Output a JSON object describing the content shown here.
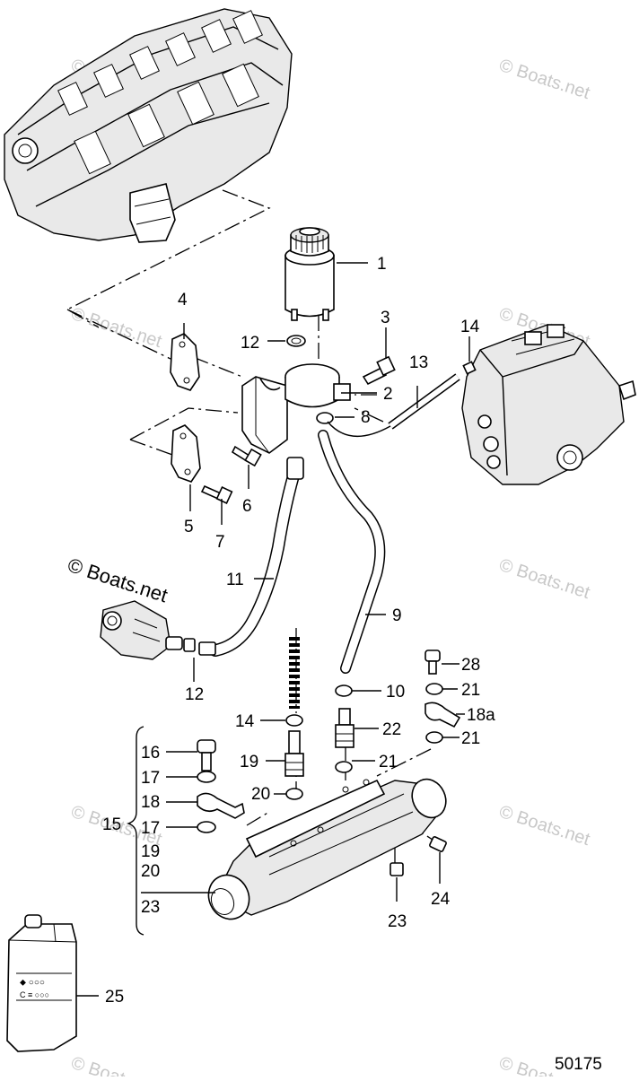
{
  "watermark": "© Boats.net",
  "figure_number": "50175",
  "callouts": {
    "c1": "1",
    "c2": "2",
    "c3": "3",
    "c4": "4",
    "c5": "5",
    "c6": "6",
    "c7": "7",
    "c8": "8",
    "c9": "9",
    "c10": "10",
    "c11": "11",
    "c12a": "12",
    "c12b": "12",
    "c13": "13",
    "c14a": "14",
    "c14b": "14",
    "c15": "15",
    "c16": "16",
    "c17a": "17",
    "c17b": "17",
    "c18": "18",
    "c18a": "18a",
    "c19a": "19",
    "c19b": "19",
    "c20a": "20",
    "c20b": "20",
    "c21a": "21",
    "c21b": "21",
    "c21c": "21",
    "c22": "22",
    "c23a": "23",
    "c23b": "23",
    "c24": "24",
    "c25": "25",
    "c28": "28"
  },
  "icons": [
    "cylinder-head-icon",
    "reservoir-icon",
    "injection-pump-icon",
    "power-steering-pump-icon",
    "cooler-icon",
    "fluid-container-icon",
    "hose-icon",
    "fitting-icon",
    "bolt-icon",
    "clamp-icon",
    "bracket-icon"
  ]
}
